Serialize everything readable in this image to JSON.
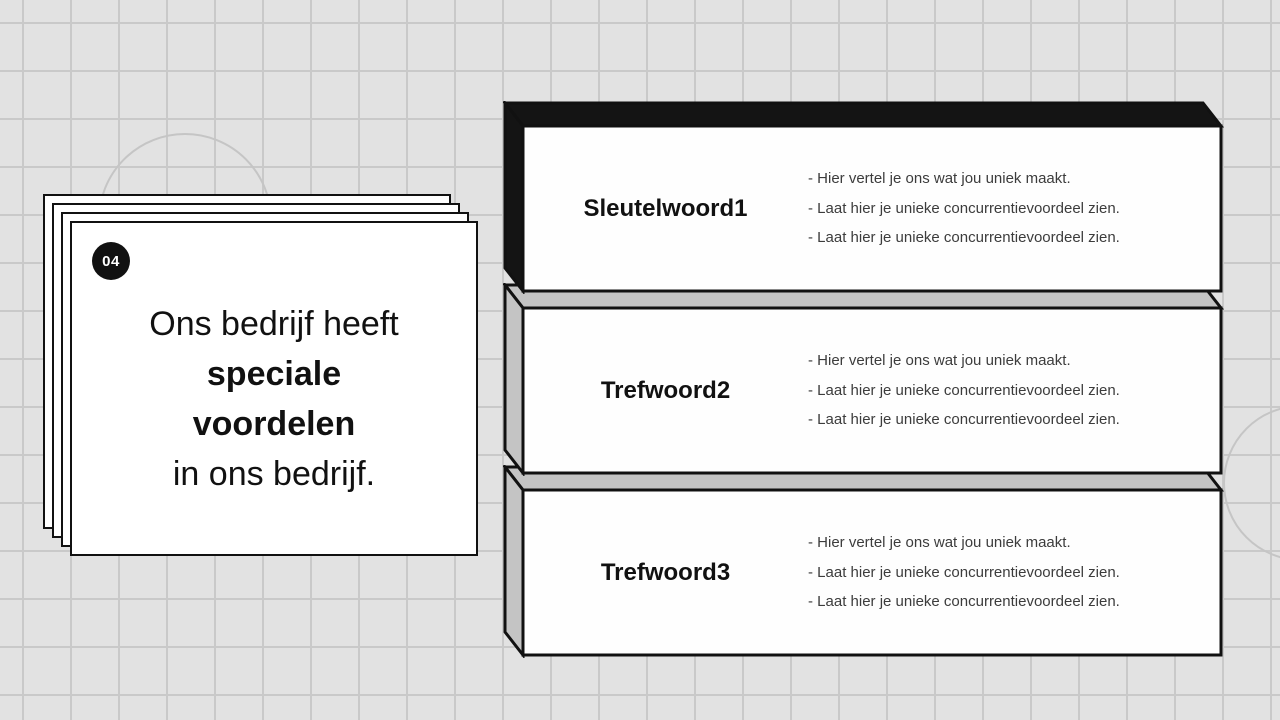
{
  "card": {
    "badge": "04",
    "lines": [
      {
        "text": "Ons bedrijf heeft",
        "bold": false
      },
      {
        "text": "speciale",
        "bold": true
      },
      {
        "text": "voordelen",
        "bold": true
      },
      {
        "text": "in ons bedrijf.",
        "bold": false
      }
    ]
  },
  "boxes": [
    {
      "title": "Sleutelwoord1",
      "bullets": [
        "- Hier vertel je ons wat jou uniek maakt.",
        "- Laat hier je unieke concurrentievoordeel zien.",
        "- Laat hier je unieke concurrentievoordeel zien."
      ]
    },
    {
      "title": "Trefwoord2",
      "bullets": [
        "- Hier vertel je ons wat jou uniek maakt.",
        "- Laat hier je unieke concurrentievoordeel zien.",
        "- Laat hier je unieke concurrentievoordeel zien."
      ]
    },
    {
      "title": "Trefwoord3",
      "bullets": [
        "- Hier vertel je ons wat jou uniek maakt.",
        "- Laat hier je unieke concurrentievoordeel zien.",
        "- Laat hier je unieke concurrentievoordeel zien."
      ]
    }
  ],
  "colors": {
    "background": "#e2e2e2",
    "grid_line": "#c9c9c9",
    "box_dark_face": "#141414",
    "box_gray_face": "#c4c4c4",
    "outline": "#111111",
    "card_background": "#ffffff",
    "text_primary": "#111111",
    "text_secondary": "#3c3c3c",
    "badge_background": "#111111",
    "badge_text": "#ffffff"
  }
}
